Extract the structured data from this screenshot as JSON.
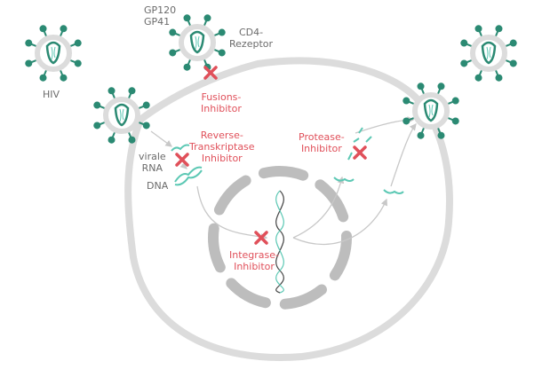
{
  "labels": {
    "hiv": "HIV",
    "gp120": "GP120",
    "gp41": "GP41",
    "cd4": "CD4-\nRezeptor",
    "viral_rna": "virale\nRNA",
    "dna": "DNA",
    "fusion_inhibitor": "Fusions-\nInhibitor",
    "rt_inhibitor": "Reverse-\nTranskriptase\nInhibitor",
    "integrase_inhibitor": "Integrase-\nInhibitor",
    "protease_inhibitor": "Protease-\nInhibitor"
  },
  "colors": {
    "virus": "#2b8a73",
    "membrane": "#dcdcdc",
    "nucleus": "#bdbdbd",
    "inhibitor": "#e0505a",
    "text": "#6b6b6b",
    "rna": "#5cc8b4"
  }
}
